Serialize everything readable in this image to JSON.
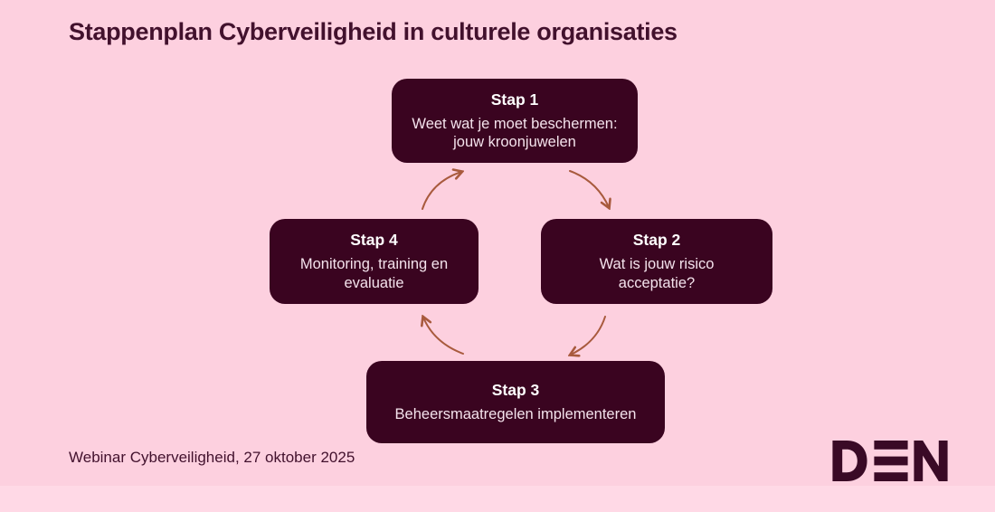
{
  "slide": {
    "title": "Stappenplan Cyberveiligheid in culturele organisaties",
    "footer_note": "Webinar Cyberveiligheid, 27 oktober 2025",
    "logo": "DEN"
  },
  "diagram": {
    "type": "cycle",
    "flow": "Stap 1 → Stap 2 → Stap 3 → Stap 4 → Stap 1",
    "steps": [
      {
        "label": "Stap 1",
        "lines": [
          "Weet wat je moet beschermen:",
          "jouw kroonjuwelen"
        ],
        "position": "top"
      },
      {
        "label": "Stap 2",
        "lines": [
          "Wat is jouw risico",
          "acceptatie?"
        ],
        "position": "right"
      },
      {
        "label": "Stap 3",
        "lines": [
          "Beheersmaatregelen implementeren"
        ],
        "position": "bottom"
      },
      {
        "label": "Stap 4",
        "lines": [
          "Monitoring, training en",
          "evaluatie"
        ],
        "position": "left"
      }
    ]
  },
  "colors": {
    "background": "#fdd0df",
    "footer_band": "#ffd9e6",
    "box_bg": "#3a0420",
    "box_title": "#ffffff",
    "box_text": "#f4e3ec",
    "title_text": "#42112d",
    "arrow": "#a85a3d",
    "logo": "#3a0a26"
  }
}
